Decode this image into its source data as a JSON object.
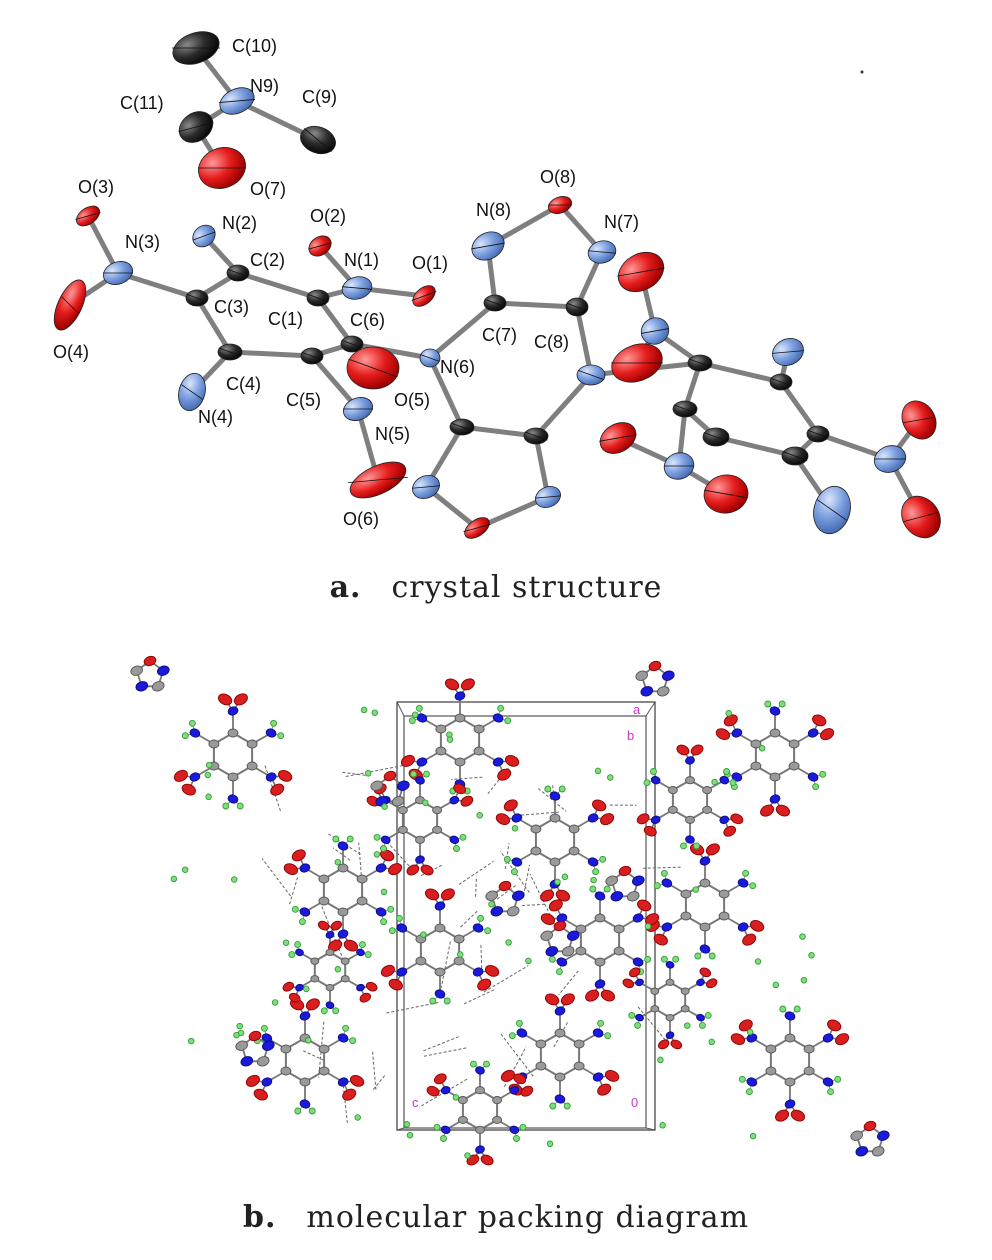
{
  "panel_a": {
    "caption_letter": "a.",
    "caption_text": "crystal structure",
    "atom_labels": [
      {
        "id": "C10",
        "text": "C(10)"
      },
      {
        "id": "N9",
        "text": "N9)"
      },
      {
        "id": "C9",
        "text": "C(9)"
      },
      {
        "id": "C11",
        "text": "C(11)"
      },
      {
        "id": "O7",
        "text": "O(7)"
      },
      {
        "id": "O3",
        "text": "O(3)"
      },
      {
        "id": "N3",
        "text": "N(3)"
      },
      {
        "id": "N2",
        "text": "N(2)"
      },
      {
        "id": "O2",
        "text": "O(2)"
      },
      {
        "id": "C2",
        "text": "C(2)"
      },
      {
        "id": "N1",
        "text": "N(1)"
      },
      {
        "id": "O1",
        "text": "O(1)"
      },
      {
        "id": "C3",
        "text": "C(3)"
      },
      {
        "id": "C1",
        "text": "C(1)"
      },
      {
        "id": "C6",
        "text": "C(6)"
      },
      {
        "id": "O4",
        "text": "O(4)"
      },
      {
        "id": "C4",
        "text": "C(4)"
      },
      {
        "id": "C5",
        "text": "C(5)"
      },
      {
        "id": "N6",
        "text": "N(6)"
      },
      {
        "id": "O5",
        "text": "O(5)"
      },
      {
        "id": "N4",
        "text": "N(4)"
      },
      {
        "id": "N5",
        "text": "N(5)"
      },
      {
        "id": "O6",
        "text": "O(6)"
      },
      {
        "id": "N8",
        "text": "N(8)"
      },
      {
        "id": "O8",
        "text": "O(8)"
      },
      {
        "id": "N7",
        "text": "N(7)"
      },
      {
        "id": "C7",
        "text": "C(7)"
      },
      {
        "id": "C8",
        "text": "C(8)"
      }
    ]
  },
  "panel_b": {
    "caption_letter": "b.",
    "caption_text": "molecular packing diagram",
    "cell_axis_labels": {
      "a": "a",
      "b": "b",
      "c": "c",
      "o": "0"
    }
  },
  "colors": {
    "carbon": "#2a2a2a",
    "nitrogen": "#7b9fe0",
    "oxygen": "#e51c1c",
    "packing_nitrogen": "#1a1adc",
    "packing_oxygen": "#d81e1e",
    "packing_carbon": "#9a9a9a",
    "hydrogen": "#7be07b",
    "cell": "#c23cc2"
  }
}
